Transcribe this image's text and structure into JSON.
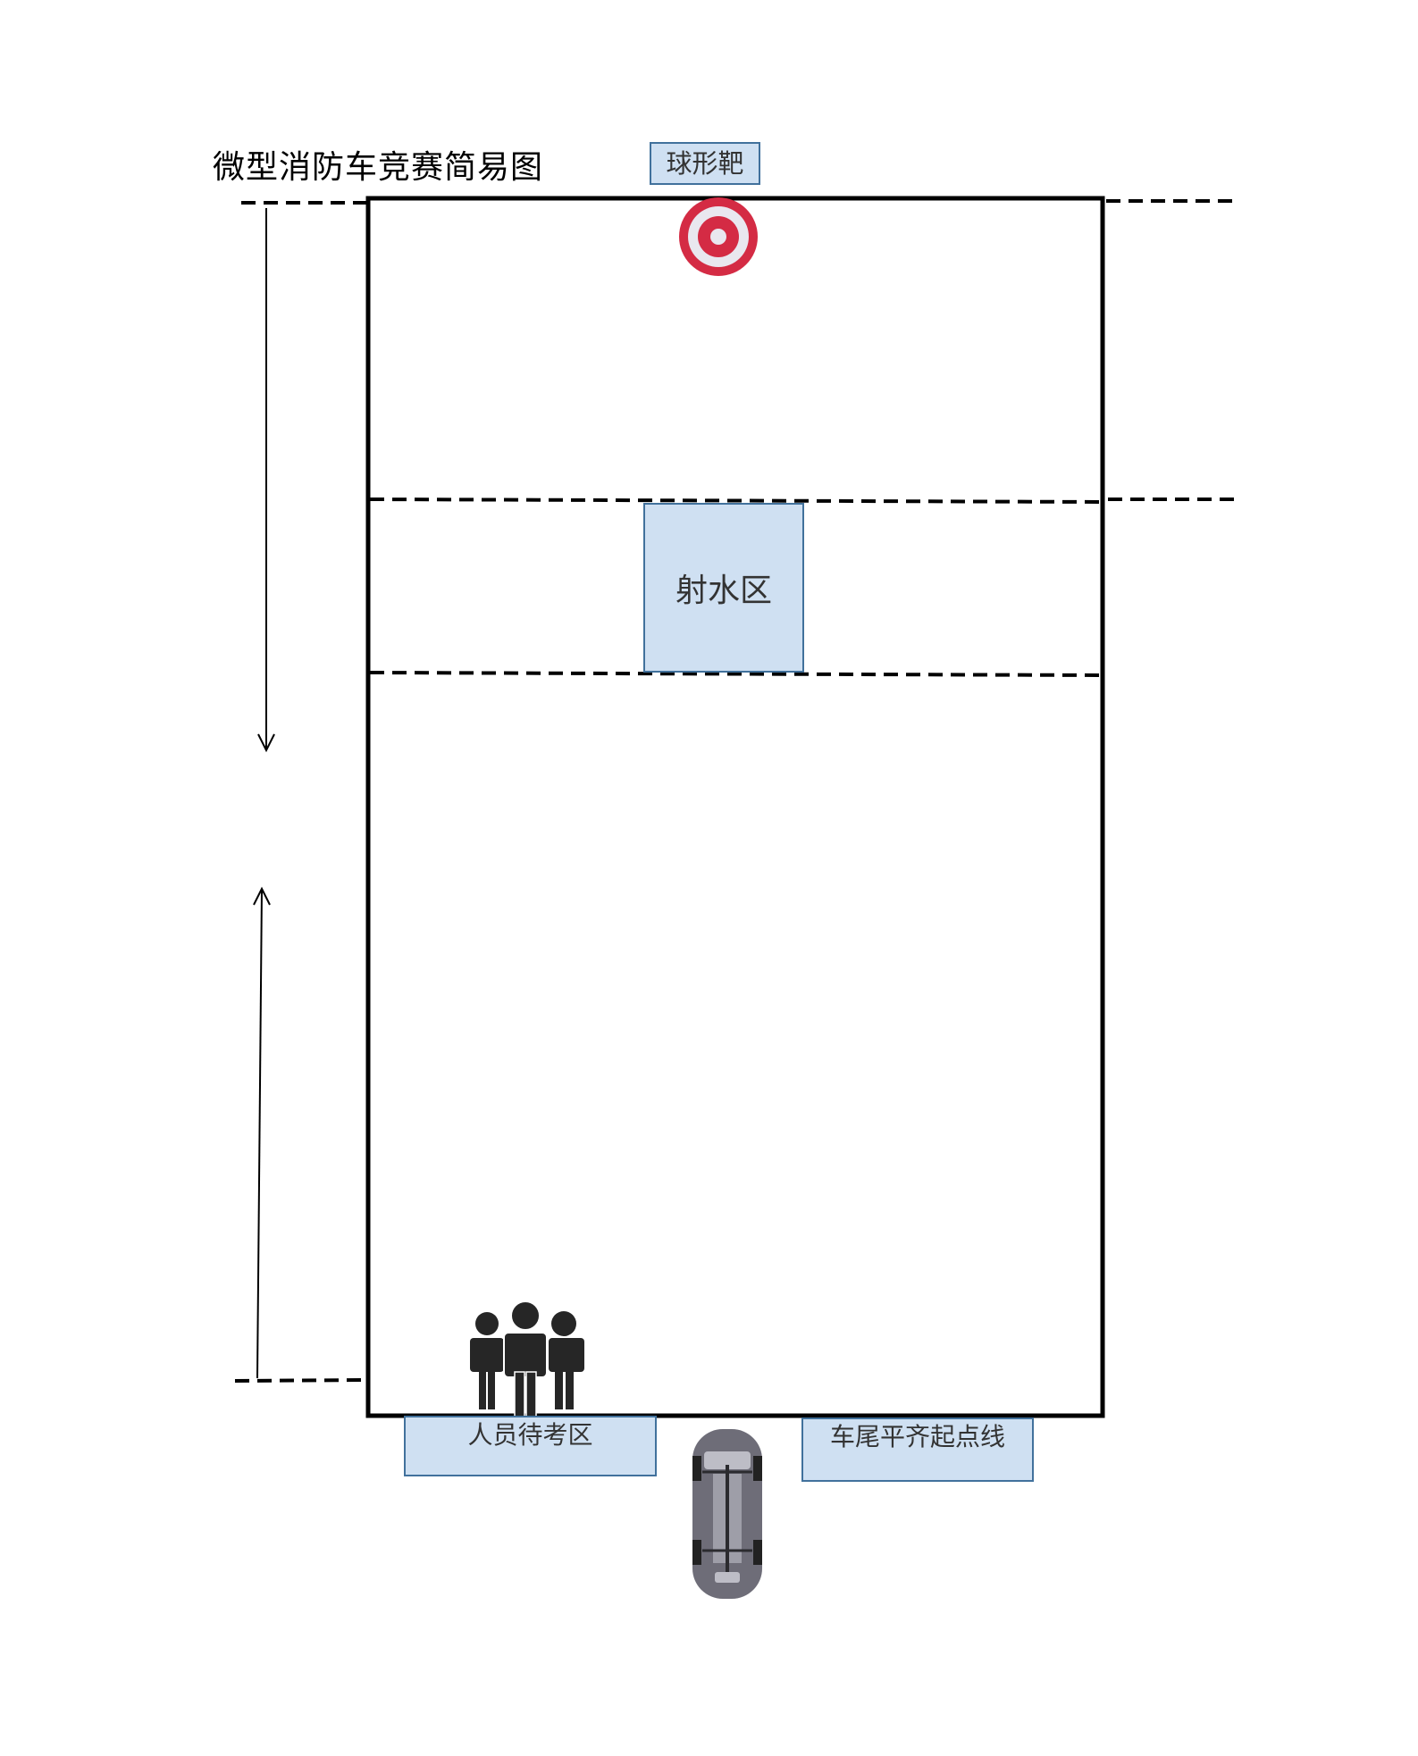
{
  "diagram": {
    "title": "微型消防车竞赛简易图",
    "labels": {
      "target": "球形靶",
      "spray_zone": "射水区",
      "waiting_area": "人员待考区",
      "start_line": "车尾平齐起点线"
    },
    "icons": {
      "target": "target-icon",
      "people": "people-group-icon",
      "vehicle": "fire-truck-top-view-icon"
    },
    "colors": {
      "box_fill": "#cfe0f2",
      "box_border": "#41719c",
      "target_red": "#d42b44",
      "vehicle_gray": "#6e6d78",
      "people_dark": "#262626"
    }
  }
}
